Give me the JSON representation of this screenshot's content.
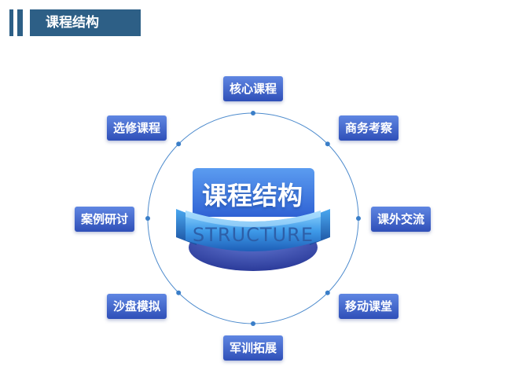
{
  "header": {
    "title": "课程结构"
  },
  "center": {
    "title": "课程结构",
    "subtitle": "STRUCTURE"
  },
  "nodes": {
    "core": "核心课程",
    "business": "商务考察",
    "extracurricular": "课外交流",
    "mobile": "移动课堂",
    "military": "军训拓展",
    "sandbox": "沙盘模拟",
    "case": "案例研讨",
    "elective": "选修课程"
  },
  "colors": {
    "header": "#2d5f86",
    "node_gradient_top": "#5f86e2",
    "node_gradient_bottom": "#2f4fb8",
    "ring": "#3a7ec8",
    "ribbon": "#2f82d6",
    "subtitle_text": "#2d5fa8"
  }
}
